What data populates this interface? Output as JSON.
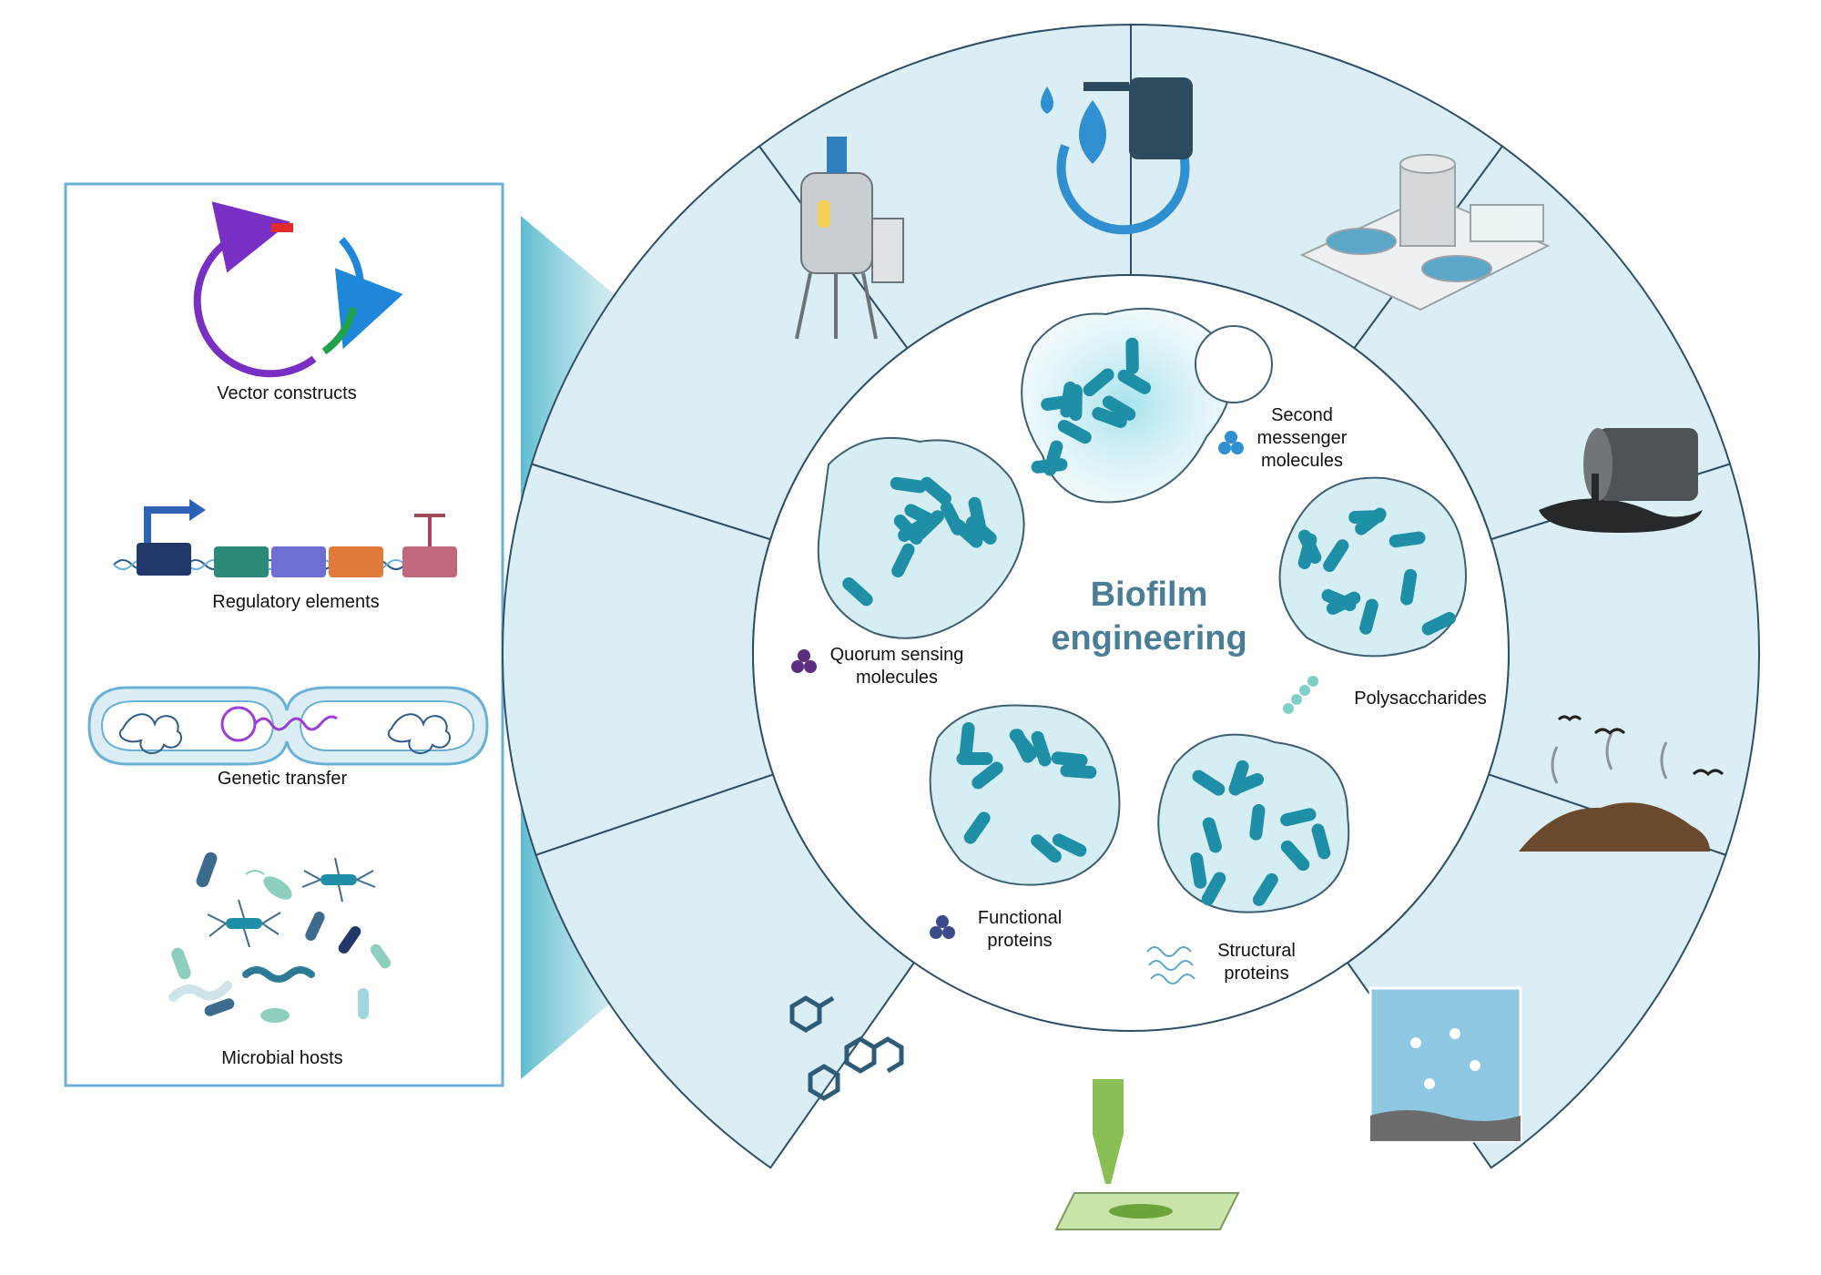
{
  "title_lines": [
    "Biofilm",
    "engineering"
  ],
  "toolbox": {
    "items": [
      {
        "label": "Vector constructs",
        "icon": "plasmid-icon"
      },
      {
        "label": "Regulatory elements",
        "icon": "gene-cassette-icon"
      },
      {
        "label": "Genetic transfer",
        "icon": "conjugation-icon"
      },
      {
        "label": "Microbial hosts",
        "icon": "microbes-icon"
      }
    ]
  },
  "components": [
    {
      "icon": "second-messenger-icon",
      "lines": [
        "Second",
        "messenger",
        "molecules"
      ]
    },
    {
      "icon": "polysaccharide-icon",
      "lines": [
        "Polysaccharides"
      ]
    },
    {
      "icon": "structural-protein-icon",
      "lines": [
        "Structural",
        "proteins"
      ]
    },
    {
      "icon": "functional-protein-icon",
      "lines": [
        "Functional",
        "proteins"
      ]
    },
    {
      "icon": "quorum-sensing-icon",
      "lines": [
        "Quorum sensing",
        "molecules"
      ]
    }
  ],
  "applications": [
    {
      "icon": "bioreactor-icon"
    },
    {
      "icon": "biofuel-icon"
    },
    {
      "icon": "wastewater-plant-icon"
    },
    {
      "icon": "oil-spill-icon"
    },
    {
      "icon": "landfill-icon"
    },
    {
      "icon": "marine-sediment-icon"
    },
    {
      "icon": "bioprinting-icon"
    },
    {
      "icon": "small-molecules-icon"
    }
  ],
  "colors": {
    "panel_border": "#6bb1d6",
    "ring_fill": "#dceef5",
    "ring_stroke": "#2f4f66",
    "bacteria": "#1e8fa6",
    "biofilm_fill": "#d5eef4",
    "title": "#4a7d96"
  }
}
